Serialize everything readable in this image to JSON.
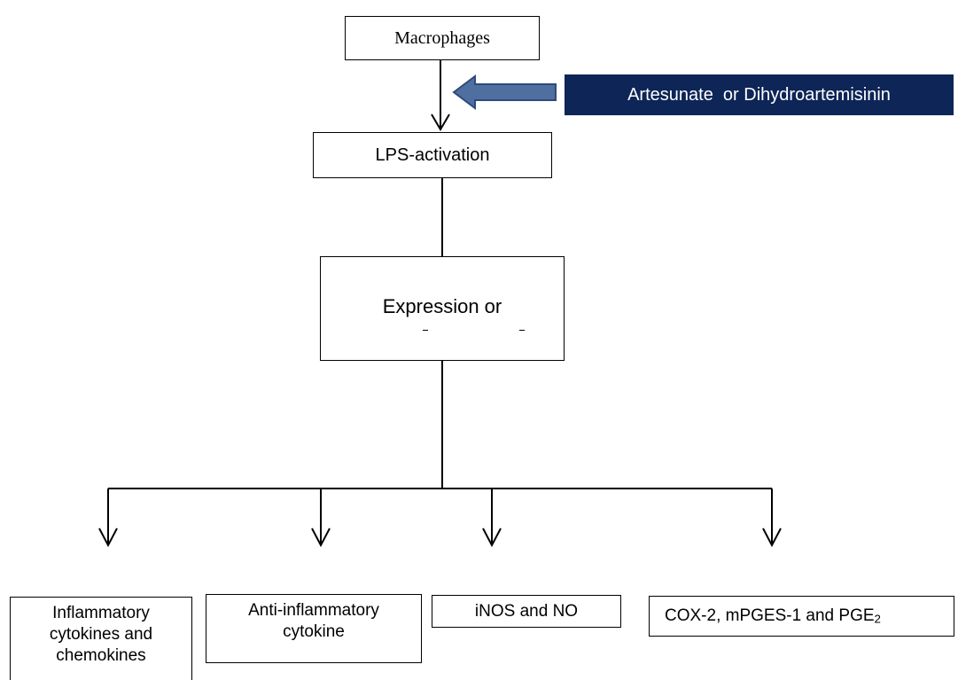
{
  "nodes": {
    "macrophages": "Macrophages",
    "drug": "Artesunate  or Dihydroartemisinin",
    "lps_activation": "LPS-activation",
    "expression": "Expression or",
    "outputs": {
      "inflammatory": "Inflammatory\ncytokines and\nchemokines",
      "anti_inflammatory": "Anti-inflammatory\ncytokine",
      "inos": "iNOS and NO",
      "cox_prefix": "COX-2, mPGES-1 and PGE",
      "cox_sub": "2"
    }
  },
  "colors": {
    "drug_box": "#0d2557",
    "inhibit_arrow_fill": "#4f6fa1",
    "inhibit_arrow_stroke": "#2e4a7a",
    "line": "#000000"
  }
}
